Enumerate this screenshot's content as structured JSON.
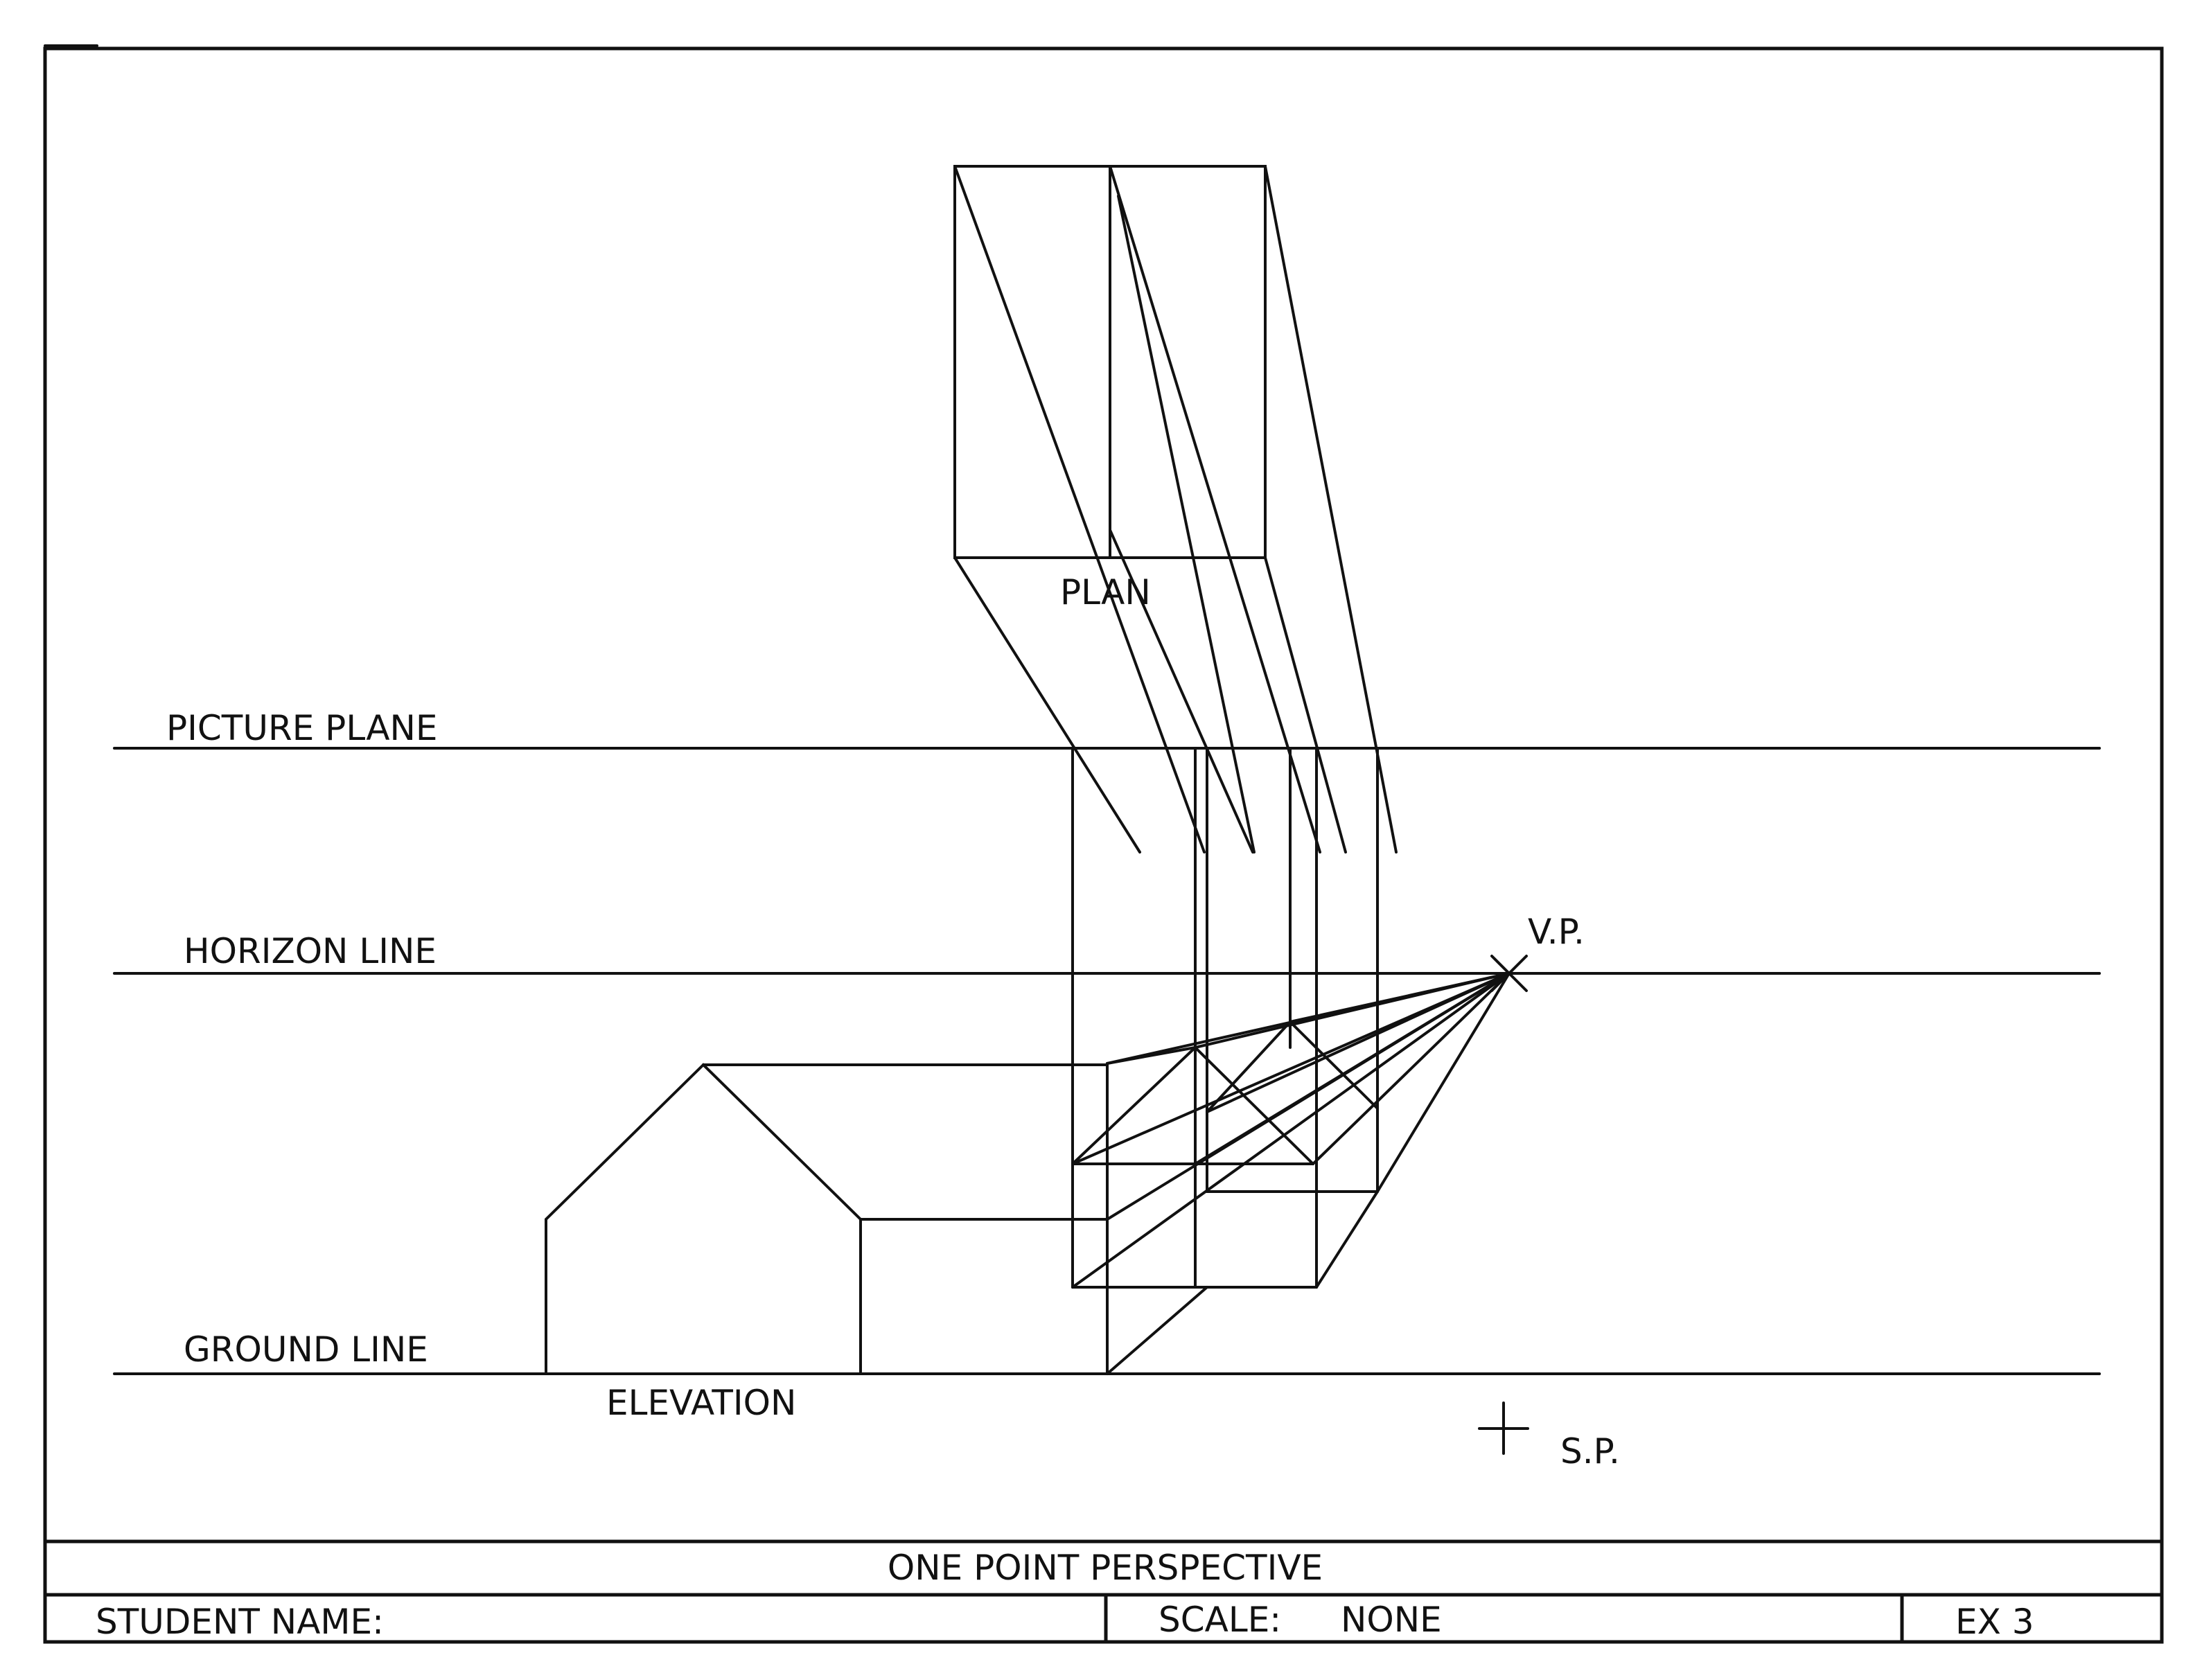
{
  "labels": {
    "plan": "PLAN",
    "picture_plane": "PICTURE PLANE",
    "horizon_line": "HORIZON LINE",
    "vp": "V.P.",
    "ground_line": "GROUND LINE",
    "elevation": "ELEVATION",
    "sp": "S.P."
  },
  "title_block": {
    "title": "ONE POINT PERSPECTIVE",
    "student_name": "STUDENT NAME:",
    "scale_label": "SCALE:",
    "scale_value": "NONE",
    "exercise": "EX 3"
  }
}
